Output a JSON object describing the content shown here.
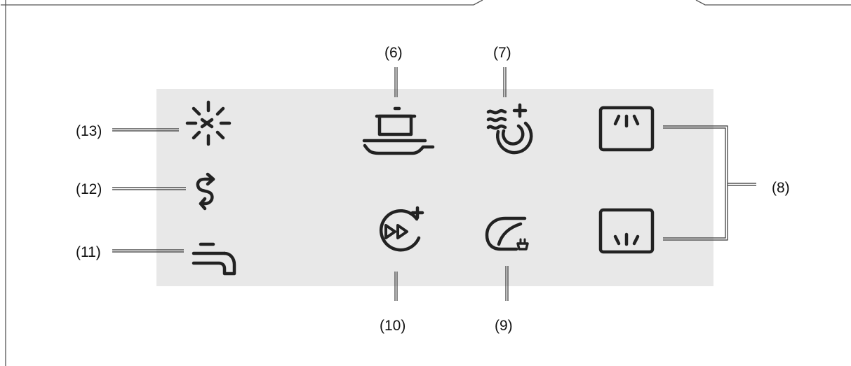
{
  "panel": {
    "background_color": "#e8e8e8",
    "icon_color": "#222222"
  },
  "callouts": [
    {
      "id": "6",
      "text": "(6)",
      "icon": "pot-icon"
    },
    {
      "id": "7",
      "text": "(7)",
      "icon": "steam-plus-icon"
    },
    {
      "id": "8",
      "text": "(8)",
      "icon": "zone-spray-icons"
    },
    {
      "id": "9",
      "text": "(9)",
      "icon": "eco-leaf-plug-icon"
    },
    {
      "id": "10",
      "text": "(10)",
      "icon": "fast-forward-plus-icon"
    },
    {
      "id": "11",
      "text": "(11)",
      "icon": "faucet-icon"
    },
    {
      "id": "12",
      "text": "(12)",
      "icon": "rinse-aid-arrows-icon"
    },
    {
      "id": "13",
      "text": "(13)",
      "icon": "salt-sparkle-icon"
    }
  ]
}
